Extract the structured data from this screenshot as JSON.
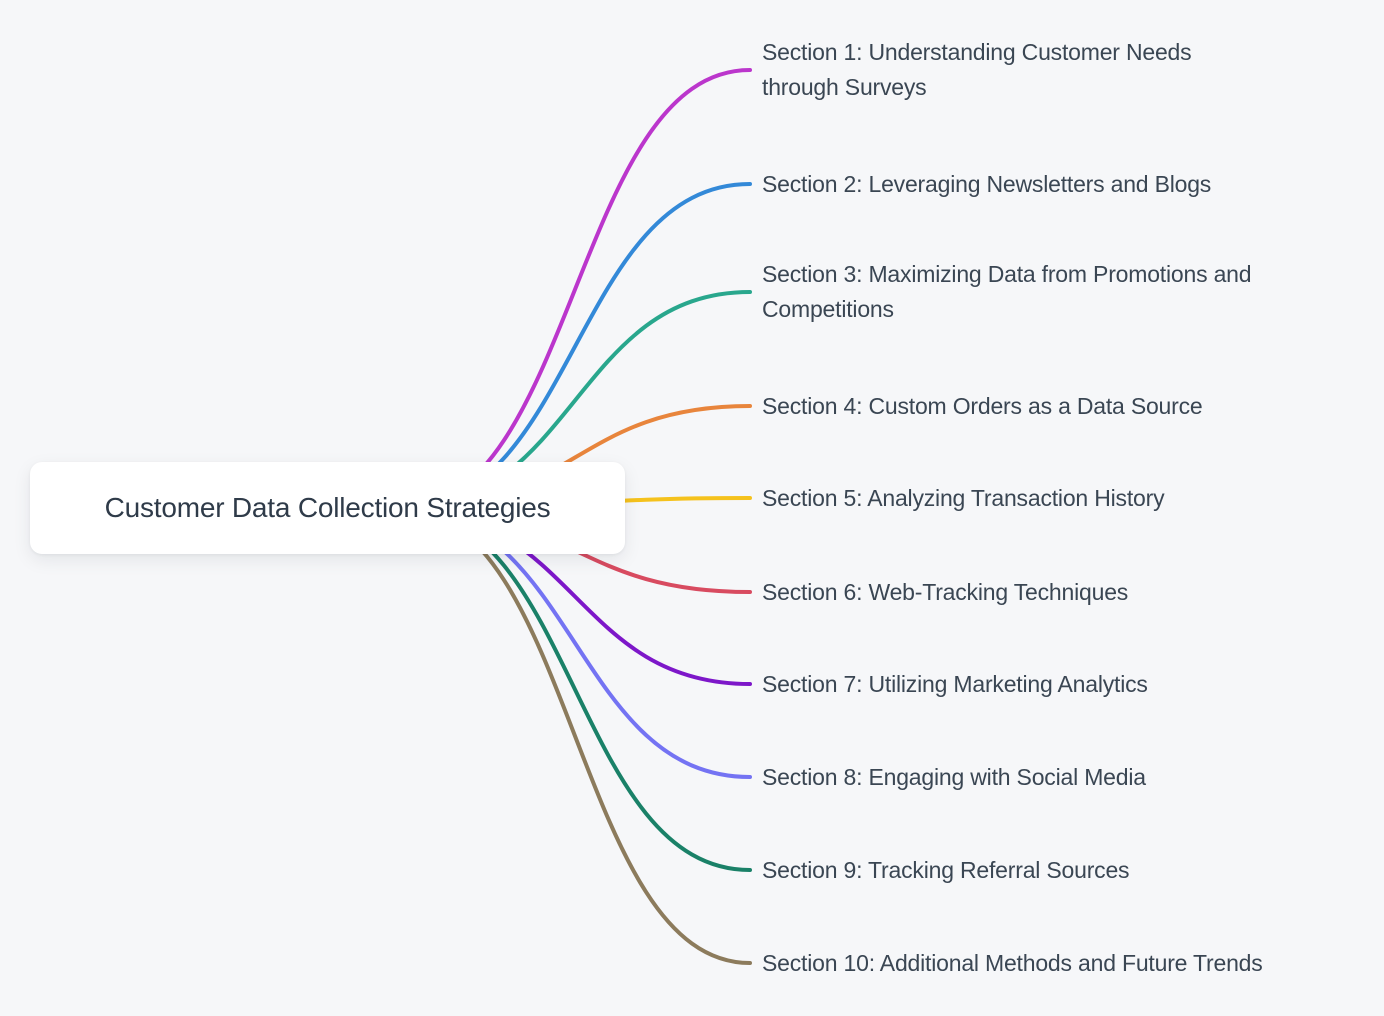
{
  "background_color": "#f6f7f9",
  "root": {
    "title": "Customer Data Collection Strategies",
    "box_color": "#ffffff",
    "text_color": "#2f3b49"
  },
  "label_text_color": "#3a4653",
  "branches": [
    {
      "id": 1,
      "color": "#bb36cc",
      "lines": [
        "Section 1: Understanding Customer Needs",
        "through Surveys"
      ]
    },
    {
      "id": 2,
      "color": "#3389d8",
      "lines": [
        "Section 2: Leveraging Newsletters and Blogs"
      ]
    },
    {
      "id": 3,
      "color": "#29a78d",
      "lines": [
        "Section 3: Maximizing Data from Promotions and",
        "Competitions"
      ]
    },
    {
      "id": 4,
      "color": "#e8853c",
      "lines": [
        "Section 4: Custom Orders as a Data Source"
      ]
    },
    {
      "id": 5,
      "color": "#f5c21d",
      "lines": [
        "Section 5: Analyzing Transaction History"
      ]
    },
    {
      "id": 6,
      "color": "#d84b60",
      "lines": [
        "Section 6: Web-Tracking Techniques"
      ]
    },
    {
      "id": 7,
      "color": "#7d17c9",
      "lines": [
        "Section 7: Utilizing Marketing Analytics"
      ]
    },
    {
      "id": 8,
      "color": "#7473f3",
      "lines": [
        "Section 8: Engaging with Social Media"
      ]
    },
    {
      "id": 9,
      "color": "#1a8168",
      "lines": [
        "Section 9: Tracking Referral Sources"
      ]
    },
    {
      "id": 10,
      "color": "#8c7b5c",
      "lines": [
        "Section 10: Additional Methods and Future Trends"
      ]
    }
  ]
}
